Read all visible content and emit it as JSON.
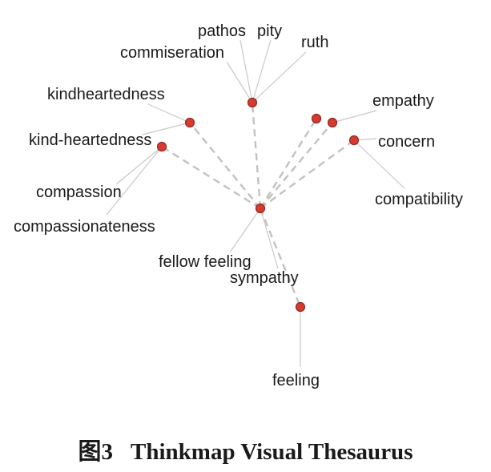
{
  "diagram": {
    "node_color": "#d83a2f",
    "edge_color": "#c9c9c9",
    "center": "sympathy",
    "nodes": [
      {
        "id": "sympathy"
      },
      {
        "id": "pity_sense"
      },
      {
        "id": "kindness_sense"
      },
      {
        "id": "compassion_sense"
      },
      {
        "id": "empathy_sense_a"
      },
      {
        "id": "empathy_sense_b"
      },
      {
        "id": "concern_sense"
      },
      {
        "id": "feeling_sense"
      }
    ],
    "words": [
      {
        "text": "pathos",
        "attach": "pity_sense"
      },
      {
        "text": "pity",
        "attach": "pity_sense"
      },
      {
        "text": "commiseration",
        "attach": "pity_sense"
      },
      {
        "text": "ruth",
        "attach": "pity_sense"
      },
      {
        "text": "kindheartedness",
        "attach": "kindness_sense"
      },
      {
        "text": "kind-heartedness",
        "attach": "kindness_sense"
      },
      {
        "text": "compassion",
        "attach": "compassion_sense"
      },
      {
        "text": "compassionateness",
        "attach": "compassion_sense"
      },
      {
        "text": "empathy",
        "attach": "empathy_sense_b"
      },
      {
        "text": "concern",
        "attach": "concern_sense"
      },
      {
        "text": "compatibility",
        "attach": "concern_sense"
      },
      {
        "text": "fellow feeling",
        "attach": "sympathy"
      },
      {
        "text": "sympathy",
        "attach": "sympathy"
      },
      {
        "text": "feeling",
        "attach": "feeling_sense"
      }
    ],
    "links": [
      {
        "from": "sympathy",
        "to": "pity_sense"
      },
      {
        "from": "sympathy",
        "to": "kindness_sense"
      },
      {
        "from": "sympathy",
        "to": "compassion_sense"
      },
      {
        "from": "sympathy",
        "to": "empathy_sense_a"
      },
      {
        "from": "sympathy",
        "to": "empathy_sense_b"
      },
      {
        "from": "sympathy",
        "to": "concern_sense"
      },
      {
        "from": "sympathy",
        "to": "feeling_sense"
      }
    ]
  },
  "caption": {
    "label": "图3",
    "title": "Thinkmap Visual Thesaurus"
  }
}
